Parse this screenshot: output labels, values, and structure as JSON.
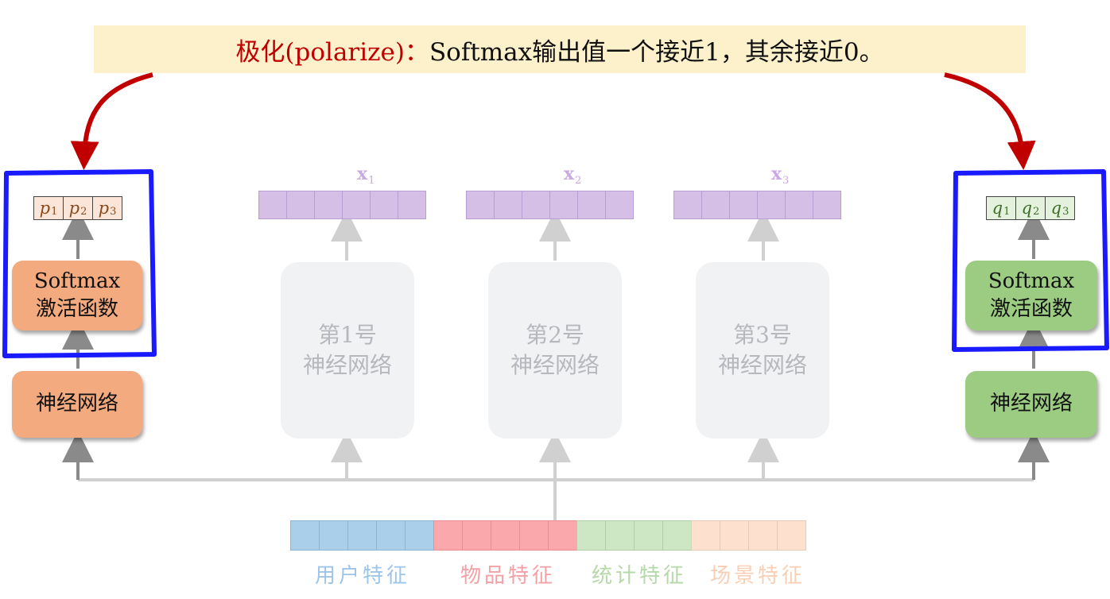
{
  "banner": {
    "highlight": "极化(polarize)：",
    "text": "Softmax输出值一个接近1，其余接近0。"
  },
  "left_model": {
    "outputs": [
      {
        "sym": "p",
        "idx": "1"
      },
      {
        "sym": "p",
        "idx": "2"
      },
      {
        "sym": "p",
        "idx": "3"
      }
    ],
    "softmax_line1": "Softmax",
    "softmax_line2": "激活函数",
    "network": "神经网络"
  },
  "right_model": {
    "outputs": [
      {
        "sym": "q",
        "idx": "1"
      },
      {
        "sym": "q",
        "idx": "2"
      },
      {
        "sym": "q",
        "idx": "3"
      }
    ],
    "softmax_line1": "Softmax",
    "softmax_line2": "激活函数",
    "network": "神经网络"
  },
  "experts": [
    {
      "line1": "第1号",
      "line2": "神经网络",
      "vec_sym": "x",
      "vec_idx": "1"
    },
    {
      "line1": "第2号",
      "line2": "神经网络",
      "vec_sym": "x",
      "vec_idx": "2"
    },
    {
      "line1": "第3号",
      "line2": "神经网络",
      "vec_sym": "x",
      "vec_idx": "3"
    }
  ],
  "features": [
    {
      "label": "用户特征",
      "cells": 5,
      "color": "#9ec5e8"
    },
    {
      "label": "物品特征",
      "cells": 5,
      "color": "#f5a0a5"
    },
    {
      "label": "统计特征",
      "cells": 4,
      "color": "#b5d9a8"
    },
    {
      "label": "场景特征",
      "cells": 4,
      "color": "#f9cfb4"
    }
  ],
  "colors": {
    "highlight": "#c00000",
    "banner_bg": "#fdf1cc",
    "bracket": "#1a1aff",
    "curve_arrow": "#c00000",
    "orange": "#f4aa7f",
    "green": "#9ccc82",
    "ghost": "#f1f2f4",
    "vector": "#d5bfe6"
  }
}
